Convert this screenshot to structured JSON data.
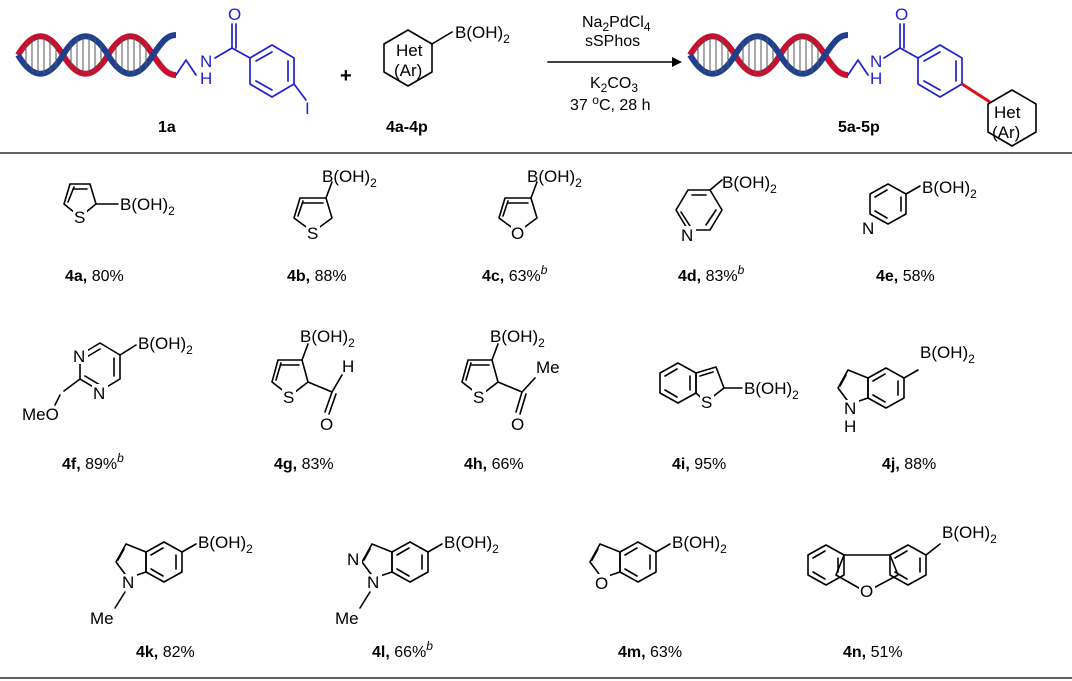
{
  "reaction": {
    "reactant1_label": "1a",
    "reactant2_label": "4a-4p",
    "product_label": "5a-5p",
    "plus": "+",
    "catalyst_top": "Na2PdCl4",
    "ligand": "sSPhos",
    "base": "K2CO3",
    "conditions": "37 °C, 28 h",
    "het": "Het",
    "ar": "(Ar)",
    "boronic": "B(OH)2",
    "o": "O",
    "nh_n": "N",
    "nh_h": "H",
    "iodine": "I"
  },
  "entries": [
    {
      "id": "4a",
      "yield": "80%",
      "note": ""
    },
    {
      "id": "4b",
      "yield": "88%",
      "note": ""
    },
    {
      "id": "4c",
      "yield": "63%",
      "note": "b"
    },
    {
      "id": "4d",
      "yield": "83%",
      "note": "b"
    },
    {
      "id": "4e",
      "yield": "58%",
      "note": ""
    },
    {
      "id": "4f",
      "yield": "89%",
      "note": "b"
    },
    {
      "id": "4g",
      "yield": "83%",
      "note": ""
    },
    {
      "id": "4h",
      "yield": "66%",
      "note": ""
    },
    {
      "id": "4i",
      "yield": "95%",
      "note": ""
    },
    {
      "id": "4j",
      "yield": "88%",
      "note": ""
    },
    {
      "id": "4k",
      "yield": "82%",
      "note": ""
    },
    {
      "id": "4l",
      "yield": "66%",
      "note": "b"
    },
    {
      "id": "4m",
      "yield": "63%",
      "note": ""
    },
    {
      "id": "4n",
      "yield": "51%",
      "note": ""
    }
  ],
  "atoms": {
    "S": "S",
    "O": "O",
    "N": "N",
    "H": "H",
    "Me": "Me",
    "MeO": "MeO"
  },
  "colors": {
    "dna_red": "#c8102e",
    "dna_blue": "#1f3f8f",
    "linker_blue": "#1f1fd6",
    "bond_red": "#e0101a"
  }
}
